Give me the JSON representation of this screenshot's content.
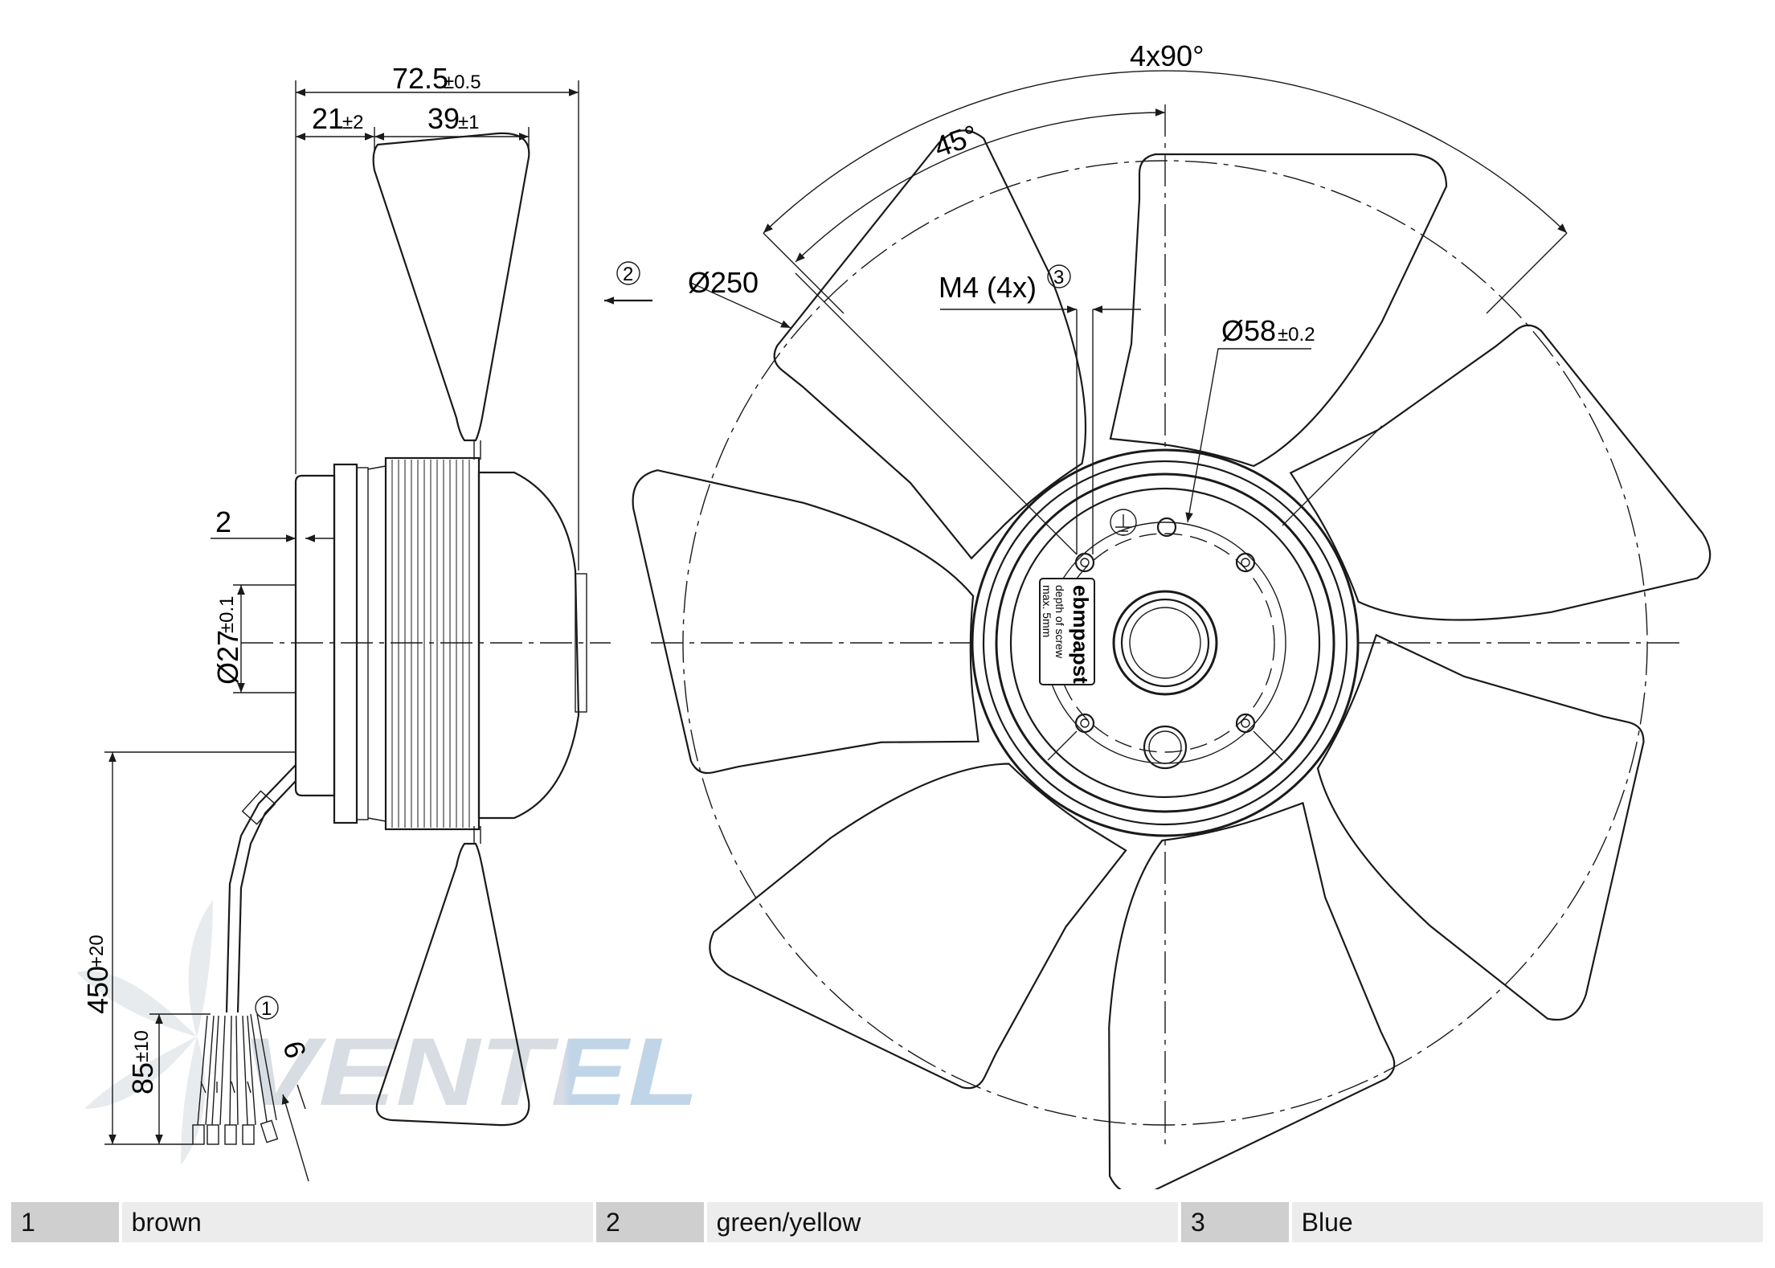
{
  "dimensions": {
    "overall_depth": "72.5",
    "overall_depth_tol": "±0.5",
    "hub_offset": "21",
    "hub_offset_tol": "±2",
    "blade_width": "39",
    "blade_width_tol": "±1",
    "flange": "2",
    "shaft_dia": "Ø27",
    "shaft_dia_tol": "±0.1",
    "cable_length": "450",
    "cable_length_tol": "+20",
    "strip_length": "85",
    "strip_length_tol": "±10",
    "wire_end": "6",
    "fan_dia": "Ø250",
    "hub_dia": "Ø58",
    "hub_dia_tol": "±0.2",
    "screw_thread": "M4 (4x)",
    "angle_pattern": "4x90°",
    "angle_half": "45°"
  },
  "callouts": {
    "c1": "1",
    "c2": "2",
    "c3": "3"
  },
  "hub_label": {
    "brand": "ebmpapst",
    "line1": "depth of screw",
    "line2": "max. 5mm"
  },
  "watermark": "VENTEL",
  "legend": [
    {
      "num": "1",
      "color": "brown"
    },
    {
      "num": "2",
      "color": "green/yellow"
    },
    {
      "num": "3",
      "color": "Blue"
    }
  ]
}
